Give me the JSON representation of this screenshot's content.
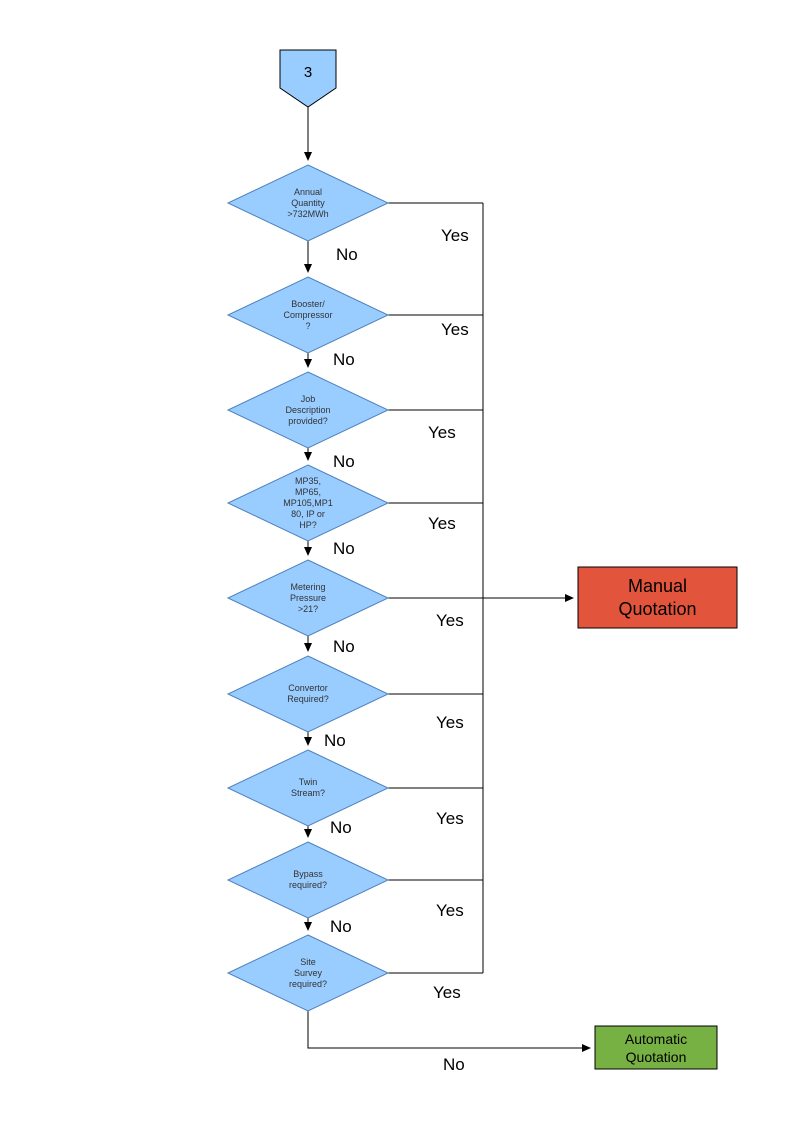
{
  "connector": {
    "label": "3"
  },
  "decisions": [
    {
      "id": "annual-quantity",
      "label": "Annual\nQuantity\n>732MWh",
      "yes_label": "Yes",
      "no_label": "No"
    },
    {
      "id": "booster-compressor",
      "label": "Booster/\nCompressor\n?",
      "yes_label": "Yes",
      "no_label": "No"
    },
    {
      "id": "job-description",
      "label": "Job\nDescription\nprovided?",
      "yes_label": "Yes",
      "no_label": "No"
    },
    {
      "id": "mp-range",
      "label": "MP35,\nMP65,\nMP105,MP1\n80, IP or\nHP?",
      "yes_label": "Yes",
      "no_label": "No"
    },
    {
      "id": "metering-pressure",
      "label": "Metering\nPressure\n>21?",
      "yes_label": "Yes",
      "no_label": "No"
    },
    {
      "id": "convertor",
      "label": "Convertor\nRequired?",
      "yes_label": "Yes",
      "no_label": "No"
    },
    {
      "id": "twin-stream",
      "label": "Twin\nStream?",
      "yes_label": "Yes",
      "no_label": "No"
    },
    {
      "id": "bypass",
      "label": "Bypass\nrequired?",
      "yes_label": "Yes",
      "no_label": "No"
    },
    {
      "id": "site-survey",
      "label": "Site\nSurvey\nrequired?",
      "yes_label": "Yes",
      "no_label": "No"
    }
  ],
  "outcomes": {
    "manual": {
      "label": "Manual\nQuotation",
      "fill": "#e2543b"
    },
    "automatic": {
      "label": "Automatic\nQuotation",
      "fill": "#77b043"
    }
  },
  "colors": {
    "decision_fill": "#99ccff",
    "decision_border": "#4f81bd",
    "connector_fill": "#99ccff",
    "connector_border": "#000000",
    "line": "#000000",
    "page_background": "#ffffff"
  }
}
